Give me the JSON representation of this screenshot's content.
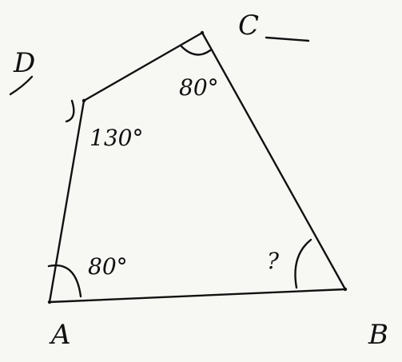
{
  "diagram": {
    "vertices": {
      "A": "A",
      "B": "B",
      "C": "C",
      "D": "D"
    },
    "angles": {
      "A": "80°",
      "B": "?",
      "C": "80°",
      "D": "130°"
    }
  },
  "colors": {
    "ink": "#111111",
    "paper": "#f7f7f4"
  }
}
